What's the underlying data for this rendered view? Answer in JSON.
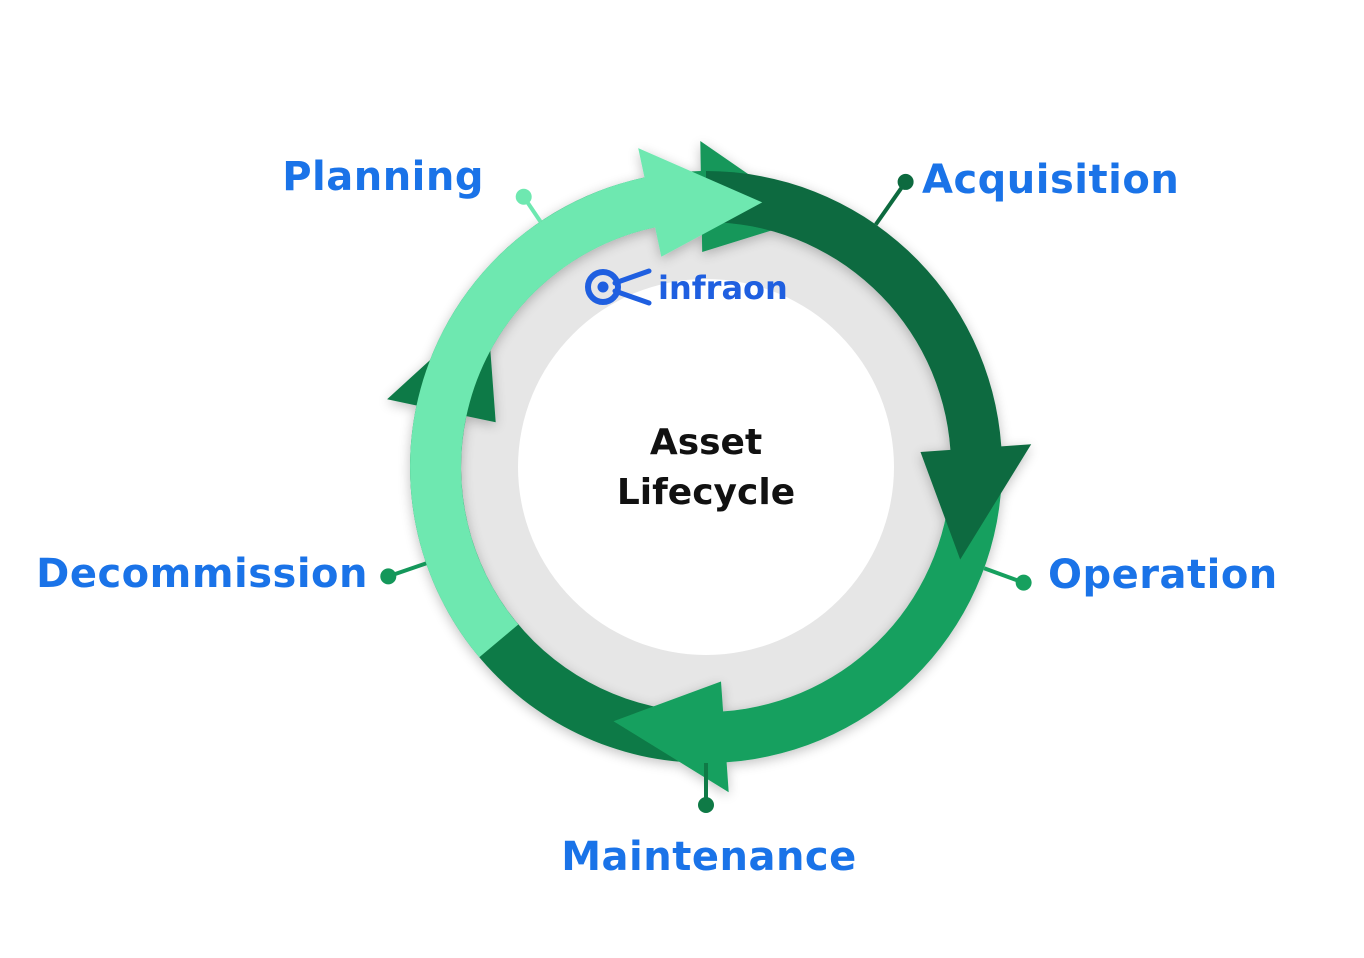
{
  "center": {
    "line1": "Asset",
    "line2": "Lifecycle"
  },
  "brand": {
    "name": "infraon",
    "logo_icon": "infraon-eye-logo-icon"
  },
  "stages": [
    {
      "id": "planning",
      "label": "Planning",
      "color": "#6ee8b0"
    },
    {
      "id": "acquisition",
      "label": "Acquisition",
      "color": "#0d6a3f"
    },
    {
      "id": "operation",
      "label": "Operation",
      "color": "#16a05e"
    },
    {
      "id": "maintenance",
      "label": "Maintenance",
      "color": "#0f7a46"
    },
    {
      "id": "decommission",
      "label": "Decommission",
      "color": "#14975a"
    }
  ],
  "colors": {
    "label_text": "#1a73e8",
    "brand_blue": "#1f5fe0",
    "ring_inner": "#e6e6e6",
    "center_fill": "#ffffff",
    "center_text": "#111111"
  }
}
